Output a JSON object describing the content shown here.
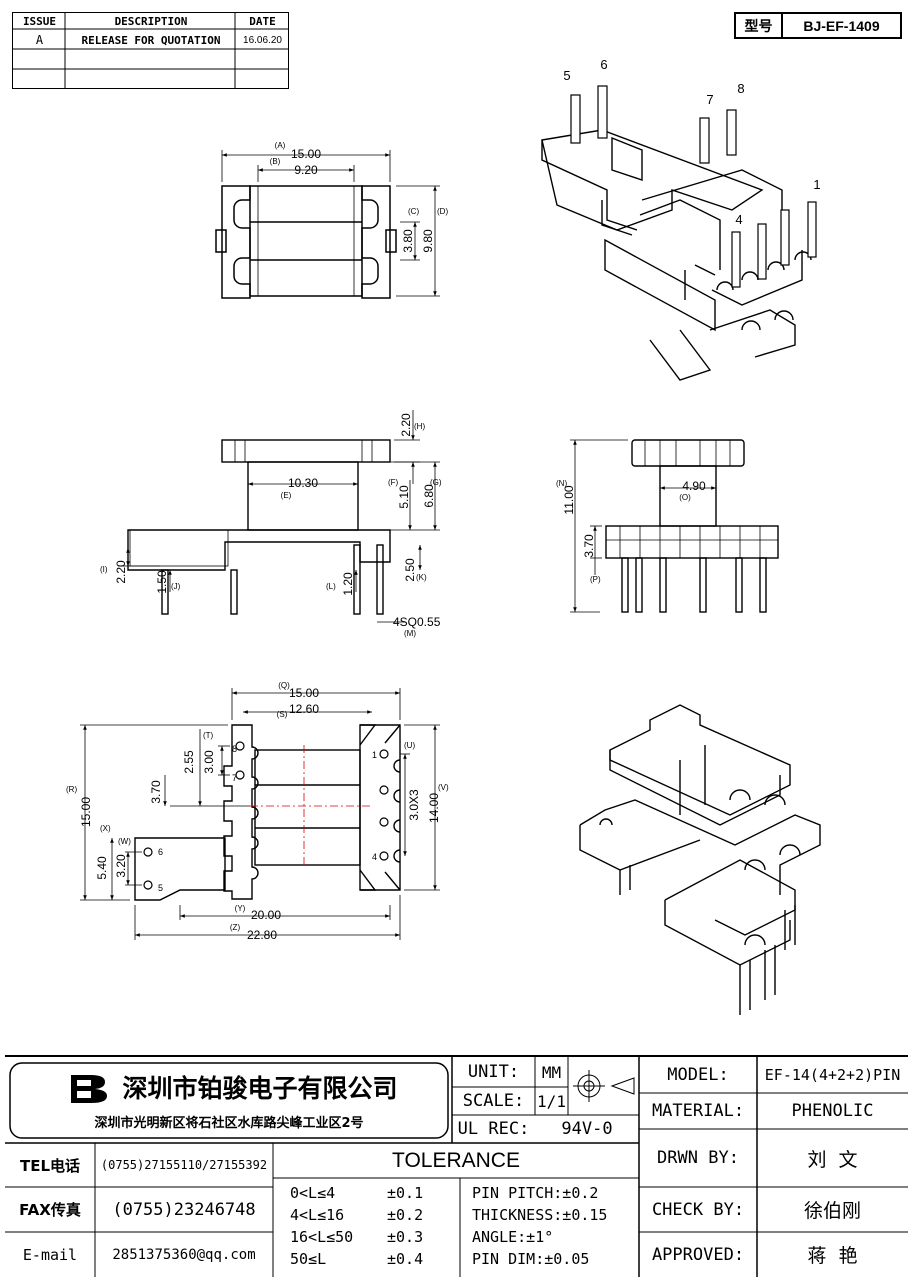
{
  "revision": {
    "headers": [
      "ISSUE",
      "DESCRIPTION",
      "DATE"
    ],
    "rows": [
      {
        "issue": "A",
        "description": "RELEASE FOR QUOTATION",
        "date": "16.06.20"
      }
    ]
  },
  "part": {
    "label": "型号",
    "number": "BJ-EF-1409"
  },
  "top_view": {
    "A": "15.00",
    "B": "9.20",
    "C": "3.80",
    "D": "9.80",
    "tags": {
      "A": "(A)",
      "B": "(B)",
      "C": "(C)",
      "D": "(D)"
    }
  },
  "iso_top": {
    "pins": [
      "5",
      "6",
      "7",
      "8",
      "1",
      "4"
    ]
  },
  "side_view": {
    "H": "2.20",
    "G": "6.80",
    "F": "5.10",
    "E": "10.30",
    "I": "2.20",
    "J": "1.50",
    "L": "1.20",
    "K": "2.50",
    "M": "4SQ0.55",
    "tags": {
      "H": "(H)",
      "G": "(G)",
      "F": "(F)",
      "E": "(E)",
      "I": "(I)",
      "J": "(J)",
      "L": "(L)",
      "K": "(K)",
      "M": "(M)"
    }
  },
  "end_view": {
    "N": "11.00",
    "O": "4.90",
    "P": "3.70",
    "tags": {
      "N": "(N)",
      "O": "(O)",
      "P": "(P)"
    }
  },
  "bottom_view": {
    "Q": "15.00",
    "S": "12.60",
    "T": "2.55",
    "T2": "3.00",
    "R": "15.00",
    "R2": "3.70",
    "U": "3.0X3",
    "V": "14.00",
    "W": "3.20",
    "X": "5.40",
    "Y": "20.00",
    "Z": "22.80",
    "pins": [
      "8",
      "7",
      "1",
      "4",
      "6",
      "5"
    ],
    "tags": {
      "Q": "(Q)",
      "S": "(S)",
      "T": "(T)",
      "R": "(R)",
      "U": "(U)",
      "V": "(V)",
      "W": "(W)",
      "X": "(X)",
      "Y": "(Y)",
      "Z": "(Z)"
    }
  },
  "company": {
    "name": "深圳市铂骏电子有限公司",
    "address": "深圳市光明新区将石社区水库路尖峰工业区2号"
  },
  "contact": {
    "tel_label": "TEL电话",
    "tel": "(0755)27155110/27155392",
    "fax_label": "FAX传真",
    "fax": "(0755)23246748",
    "email_label": "E-mail",
    "email": "2851375360@qq.com"
  },
  "spec": {
    "unit_label": "UNIT:",
    "unit": "MM",
    "scale_label": "SCALE:",
    "scale": "1/1",
    "ul_label": "UL REC:",
    "ul": "94V-0"
  },
  "tolerance": {
    "title": "TOLERANCE",
    "ranges": [
      {
        "range": "0<L≤4",
        "tol": "±0.1"
      },
      {
        "range": "4<L≤16",
        "tol": "±0.2"
      },
      {
        "range": "16<L≤50",
        "tol": "±0.3"
      },
      {
        "range": "50≤L",
        "tol": "±0.4"
      }
    ],
    "notes": [
      "PIN PITCH:±0.2",
      "THICKNESS:±0.15",
      "ANGLE:±1°",
      "PIN DIM:±0.05"
    ]
  },
  "title_block": {
    "model_label": "MODEL:",
    "model": "EF-14(4+2+2)PIN",
    "material_label": "MATERIAL:",
    "material": "PHENOLIC",
    "drawn_label": "DRWN BY:",
    "drawn": "刘  文",
    "check_label": "CHECK BY:",
    "check": "徐伯刚",
    "approved_label": "APPROVED:",
    "approved": "蒋  艳"
  }
}
